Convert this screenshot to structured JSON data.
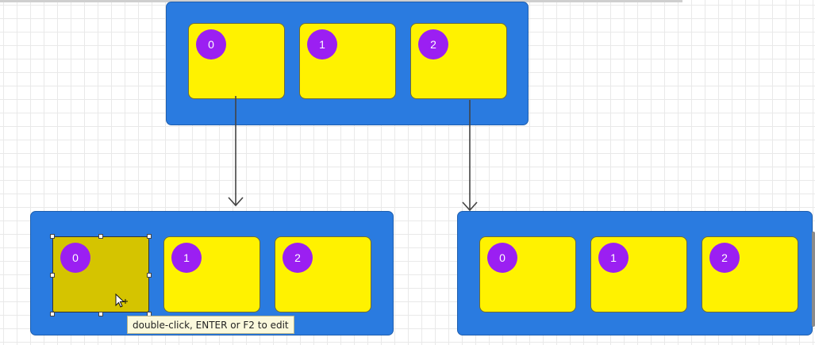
{
  "diagram": {
    "top_array": {
      "cells": [
        {
          "index": "0"
        },
        {
          "index": "1"
        },
        {
          "index": "2"
        }
      ]
    },
    "bottom_left_array": {
      "cells": [
        {
          "index": "0"
        },
        {
          "index": "1"
        },
        {
          "index": "2"
        }
      ]
    },
    "bottom_right_array": {
      "cells": [
        {
          "index": "0"
        },
        {
          "index": "1"
        },
        {
          "index": "2"
        }
      ]
    },
    "edges": [
      {
        "from": "top_array.cell-0",
        "to": "bottom_left_array"
      },
      {
        "from": "top_array.cell-2",
        "to": "bottom_right_array"
      }
    ],
    "selected": "bottom_left_array.cell-0"
  },
  "tooltip": {
    "text": "double-click, ENTER or F2 to edit"
  },
  "colors": {
    "container": "#2a7be0",
    "cell": "#fff200",
    "cell_selected": "#d5c400",
    "badge": "#9b1ff2",
    "grid": "#e9e9e9"
  }
}
